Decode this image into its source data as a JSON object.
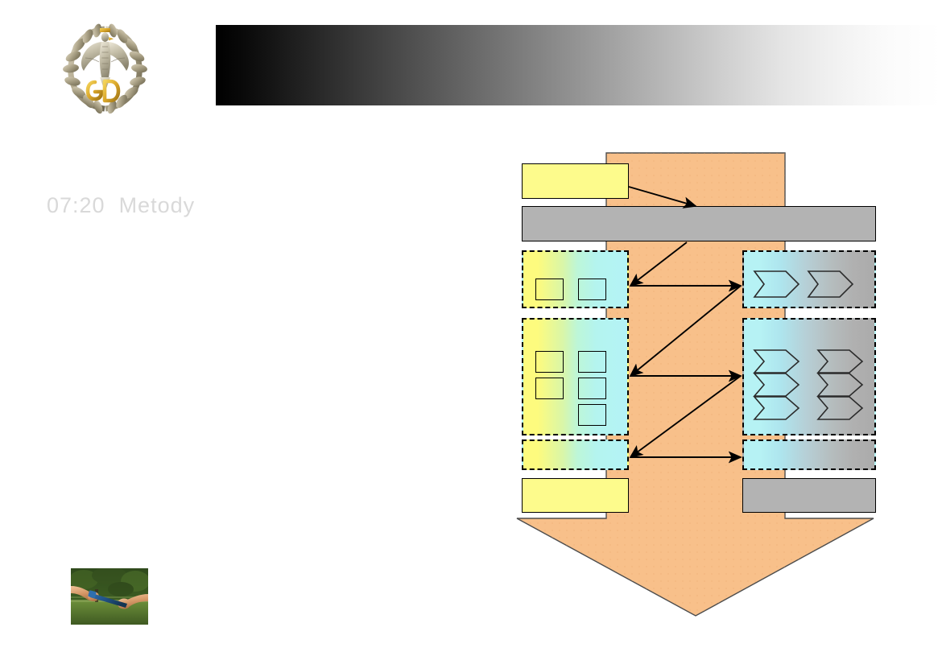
{
  "slide": {
    "title": "07:20  Metody",
    "background_color": "#ffffff"
  },
  "header": {
    "emblem_name": "military-academy-eagle-wreath-emblem",
    "gradient_bar": {
      "from_color": "#000000",
      "to_color": "#ffffff",
      "direction": "left-to-right"
    }
  },
  "footer": {
    "photo_name": "relay-baton-handoff-photo"
  },
  "diagram": {
    "name": "process-flow-down-arrow",
    "background_arrow": {
      "fill": "#f8c08a",
      "stroke": "#4d4d4d",
      "direction": "down"
    },
    "left_column": {
      "header_box": {
        "fill": "#fdfb8c",
        "stroke": "#000000"
      },
      "panels": [
        {
          "items": 2,
          "columns": 2,
          "rows": 1
        },
        {
          "items": 5,
          "columns": 2,
          "rows": 3
        },
        {
          "items": 0,
          "columns": 0,
          "rows": 0
        }
      ],
      "footer_box": {
        "fill": "#fdfb8c",
        "stroke": "#000000"
      }
    },
    "right_column": {
      "header_bar": {
        "fill": "#b3b3b3",
        "stroke": "#000000"
      },
      "panels": [
        {
          "items": 2,
          "columns": 2,
          "rows": 1
        },
        {
          "items": 6,
          "columns": 2,
          "rows": 3
        },
        {
          "items": 0,
          "columns": 0,
          "rows": 0
        }
      ],
      "footer_box": {
        "fill": "#b3b3b3",
        "stroke": "#000000"
      }
    },
    "connectors": {
      "style": "black-solid",
      "horizontal_double_arrows": 3,
      "diagonal_arrows": 4
    },
    "colors": {
      "yellow": "#fdfb8c",
      "gray": "#b3b3b3",
      "orange": "#f8c08a",
      "cyan": "#b4f3f6",
      "outline": "#000000"
    }
  }
}
